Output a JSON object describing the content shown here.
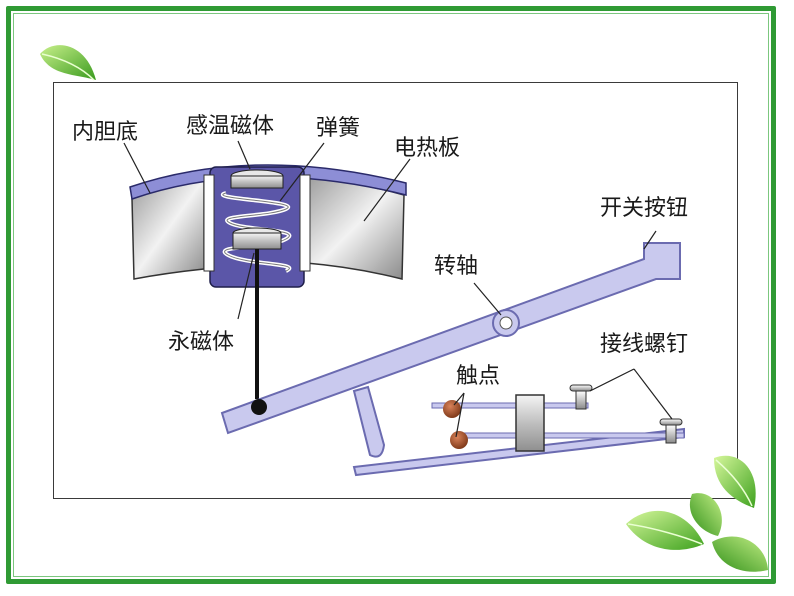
{
  "colors": {
    "frame": "#2f9a34",
    "inner_liner": "#8d8ed6",
    "magnet_body": "#5b56a8",
    "lever_fill": "#c9c9ee",
    "lever_stroke": "#6b6bb0",
    "contact": "#a0522d"
  },
  "labels": {
    "inner_bottom": "内胆底",
    "temp_magnet": "感温磁体",
    "spring": "弹簧",
    "heating_plate": "电热板",
    "switch_button": "开关按钮",
    "pivot": "转轴",
    "permanent_magnet": "永磁体",
    "terminal_screw": "接线螺钉",
    "contact_point": "触点"
  },
  "icons": {
    "decor_top_left": "leaf-icon",
    "decor_bottom_right": "leaves-icon"
  }
}
